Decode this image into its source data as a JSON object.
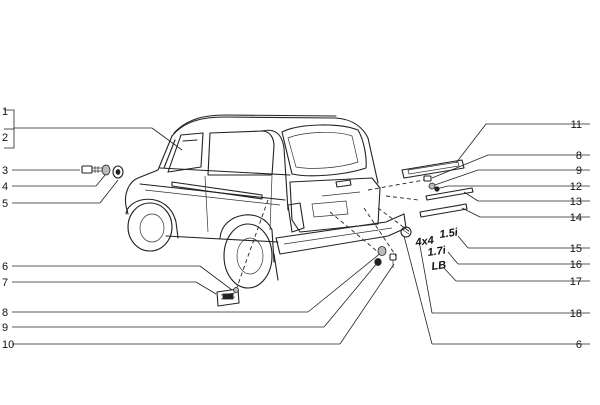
{
  "callouts": {
    "c1": "1",
    "c2": "2",
    "c3": "3",
    "c4": "4",
    "c5": "5",
    "c6a": "6",
    "c6b": "6",
    "c7": "7",
    "c8l": "8",
    "c8r": "8",
    "c9l": "9",
    "c9r": "9",
    "c10": "10",
    "c11": "11",
    "c12": "12",
    "c13": "13",
    "c14": "14",
    "c15": "15",
    "c16": "16",
    "c17": "17",
    "c18": "18"
  },
  "badges": {
    "main_logo": "4x4",
    "model_badge": "1.7i",
    "big_badge": "1.5i",
    "small_badge": "LB"
  }
}
